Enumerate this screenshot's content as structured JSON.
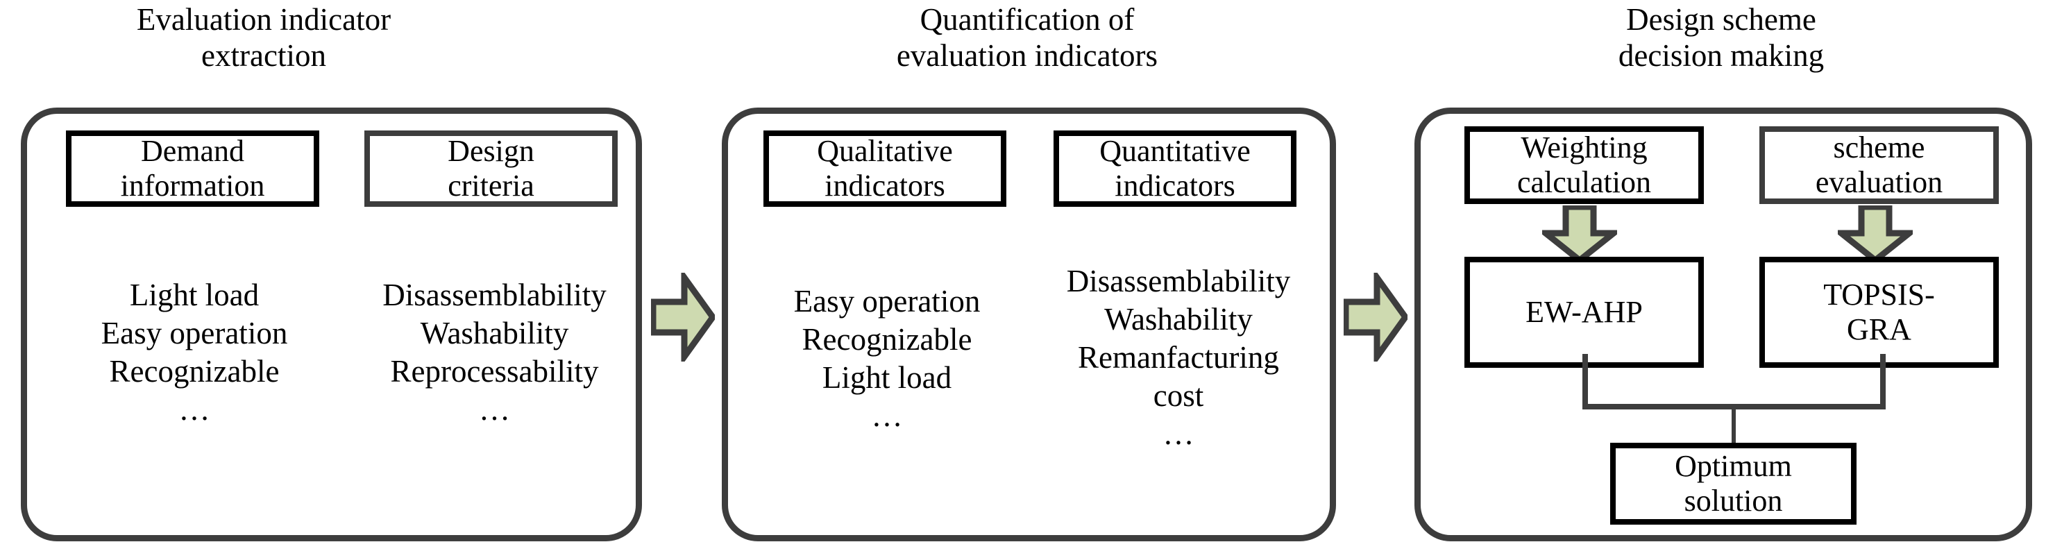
{
  "colors": {
    "arrow_fill": "#CEDAB0",
    "arrow_stroke": "#3D3D3D",
    "panel_stroke": "#3D3D3D",
    "box_stroke_black": "#000000",
    "box_stroke_gray": "#3D3D3D",
    "background": "#FFFFFF",
    "text": "#000000"
  },
  "stages": [
    {
      "title": "Evaluation indicator\nextraction",
      "boxes": [
        {
          "label": "Demand\ninformation",
          "style": "black"
        },
        {
          "label": "Design\ncriteria",
          "style": "gray"
        }
      ],
      "lists": [
        {
          "items": "Light load\nEasy operation\nRecognizable\n…"
        },
        {
          "items": "Disassemblability\nWashability\nReprocessability\n…"
        }
      ]
    },
    {
      "title": "Quantification of\nevaluation indicators",
      "boxes": [
        {
          "label": "Qualitative\nindicators",
          "style": "black"
        },
        {
          "label": "Quantitative\nindicators",
          "style": "black"
        }
      ],
      "lists": [
        {
          "items": "Easy operation\nRecognizable\nLight load\n…"
        },
        {
          "items": "Disassemblability\nWashability\nRemanfacturing\ncost\n…"
        }
      ]
    },
    {
      "title": "Design scheme\ndecision making",
      "boxes": [
        {
          "label": "Weighting\ncalculation",
          "style": "black"
        },
        {
          "label": "scheme\nevaluation",
          "style": "gray"
        },
        {
          "label": "EW-AHP",
          "style": "black"
        },
        {
          "label": "TOPSIS-\nGRA",
          "style": "black"
        },
        {
          "label": "Optimum\nsolution",
          "style": "black"
        }
      ]
    }
  ],
  "connectors": {
    "stage_arrow_1": "arrow-right",
    "stage_arrow_2": "arrow-right",
    "down_arrow_left": "arrow-down",
    "down_arrow_right": "arrow-down",
    "merge_line": "merge-to-optimum"
  }
}
